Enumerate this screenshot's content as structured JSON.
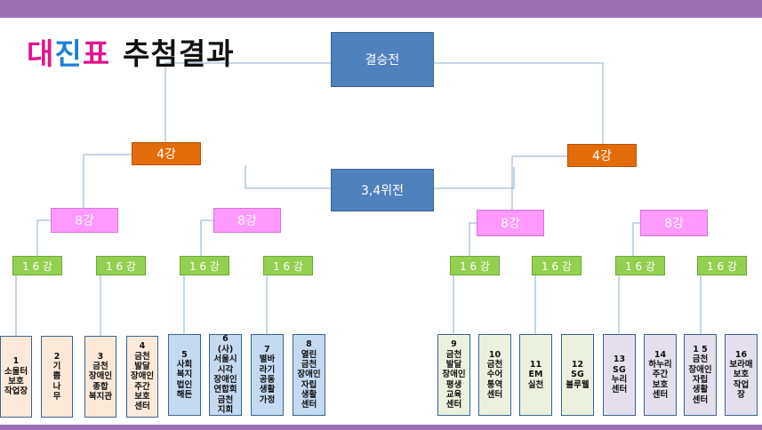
{
  "title": {
    "part1": "대",
    "part2": "진",
    "part3": "표",
    "part4": "추첨결과"
  },
  "final_label": "결승전",
  "third_label": "3,4위전",
  "semi_labels": [
    "4강",
    "4강"
  ],
  "quarter_labels": [
    "8강",
    "8강",
    "8강",
    "8강"
  ],
  "r16_labels": [
    "1 6 강",
    "1 6 강",
    "1 6 강",
    "1 6 강",
    "1 6 강",
    "1 6 강",
    "1 6 강",
    "1 6 강"
  ],
  "teams": [
    "1\n소울터\n보호\n작업장",
    "2\n기\n쁨\n나\n무",
    "3\n금천\n장애인\n종합\n복지관",
    "4\n금천\n발달\n장애인\n주간\n보호\n센터",
    "5\n사회\n복지\n법인\n해든",
    "6\n(사)\n서울시\n시각\n장애인\n연합회\n금천\n지회",
    "7\n별바\n라기\n공동\n생활\n가정",
    "8\n열린\n금천\n장애인\n자립\n생활\n센터",
    "9\n금천\n발달\n장애인\n평생\n교육\n센터",
    "10\n금천\n수어\n통역\n센터",
    "11\nEM\n실천",
    "12\nSG\n블루웰",
    "13\nSG\n누리\n센터",
    "14\n하누리\n주간\n보호\n센터",
    "1 5\n금천\n장애인\n자립\n생활\n센터",
    "16\n보라매\n보호\n작업\n장"
  ],
  "colors": {
    "band": "#9a6fb0",
    "final": "#4f81bd",
    "semi": "#e36c0a",
    "quarter": "#ff99ff",
    "r16": "#92d050",
    "lines": "#8eaecf"
  }
}
